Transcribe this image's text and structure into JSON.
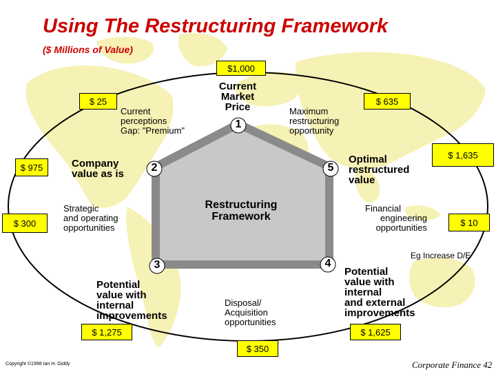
{
  "title": "Using The Restructuring Framework",
  "subtitle": "($ Millions of Value)",
  "boxes": {
    "top": "$1,000",
    "left_upper": "$ 25",
    "right_upper": "$ 635",
    "far_left_upper": "$ 975",
    "far_left_lower": "$ 300",
    "far_right_upper": "$ 1,635",
    "far_right_lower": "$ 10",
    "bottom_left": "$ 1,275",
    "bottom_right": "$ 1,625",
    "bottom": "$ 350"
  },
  "labels": {
    "current_perceptions": [
      "Current",
      "perceptions",
      "Gap: \"Premium\""
    ],
    "current_market_price": [
      "Current",
      "Market",
      "Price"
    ],
    "maximum_restructuring": [
      "Maximum",
      "restructuring",
      "opportunity"
    ],
    "company_value": [
      "Company",
      "value as is"
    ],
    "optimal_restructured": [
      "Optimal",
      "restructured",
      "value"
    ],
    "strategic_operating": [
      "Strategic",
      "and operating",
      "opportunities"
    ],
    "center": [
      "Restructuring",
      "Framework"
    ],
    "financial_engineering": [
      "Financial",
      "engineering",
      "opportunities"
    ],
    "eg_increase": "Eg Increase D/E",
    "potential_internal": [
      "Potential",
      "value with",
      "internal",
      "improvements"
    ],
    "disposal_acquisition": [
      "Disposal/",
      "Acquisition",
      "opportunities"
    ],
    "potential_internal_external": [
      "Potential",
      "value with",
      "internal",
      "and external",
      "improvements"
    ]
  },
  "nodes": [
    "1",
    "2",
    "3",
    "4",
    "5"
  ],
  "footer": {
    "copyright": "Copyright ©1998 Ian H. Giddy",
    "course": "Corporate Finance 42"
  },
  "colors": {
    "title": "#cc0000",
    "box_fill": "#ffff00",
    "pentagon_fill": "#c8c8c8",
    "pentagon_stroke": "#8a8a8a",
    "map_fill": "#f6f1b4"
  }
}
